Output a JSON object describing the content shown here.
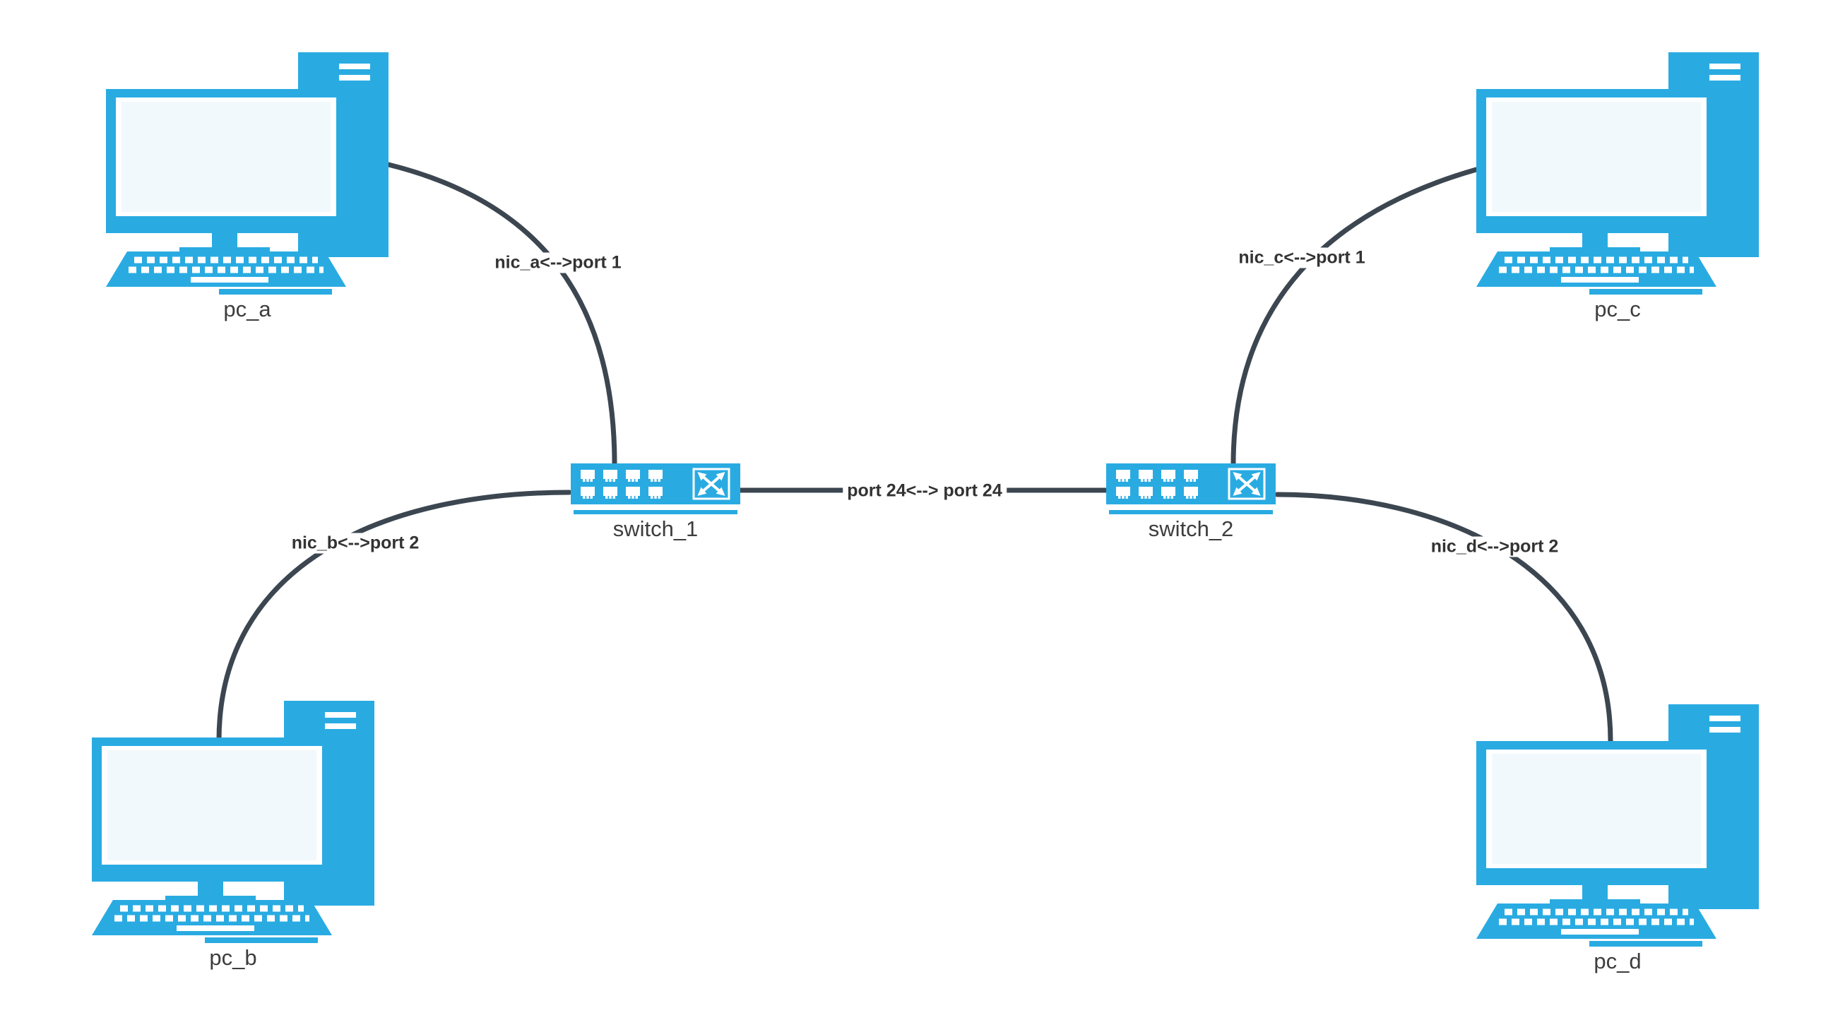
{
  "diagram": {
    "nodes": [
      {
        "id": "pc_a",
        "type": "pc",
        "label": "pc_a"
      },
      {
        "id": "pc_b",
        "type": "pc",
        "label": "pc_b"
      },
      {
        "id": "pc_c",
        "type": "pc",
        "label": "pc_c"
      },
      {
        "id": "pc_d",
        "type": "pc",
        "label": "pc_d"
      },
      {
        "id": "switch_1",
        "type": "switch",
        "label": "switch_1"
      },
      {
        "id": "switch_2",
        "type": "switch",
        "label": "switch_2"
      }
    ],
    "links": [
      {
        "from": "pc_a",
        "to": "switch_1",
        "label": "nic_a<-->port 1"
      },
      {
        "from": "pc_b",
        "to": "switch_1",
        "label": "nic_b<-->port 2"
      },
      {
        "from": "switch_1",
        "to": "switch_2",
        "label": "port 24<--> port 24"
      },
      {
        "from": "pc_c",
        "to": "switch_2",
        "label": "nic_c<-->port 1"
      },
      {
        "from": "pc_d",
        "to": "switch_2",
        "label": "nic_d<-->port 2"
      }
    ],
    "colors": {
      "device": "#29ABE2",
      "line": "#3C4650",
      "label": "#333333"
    }
  }
}
